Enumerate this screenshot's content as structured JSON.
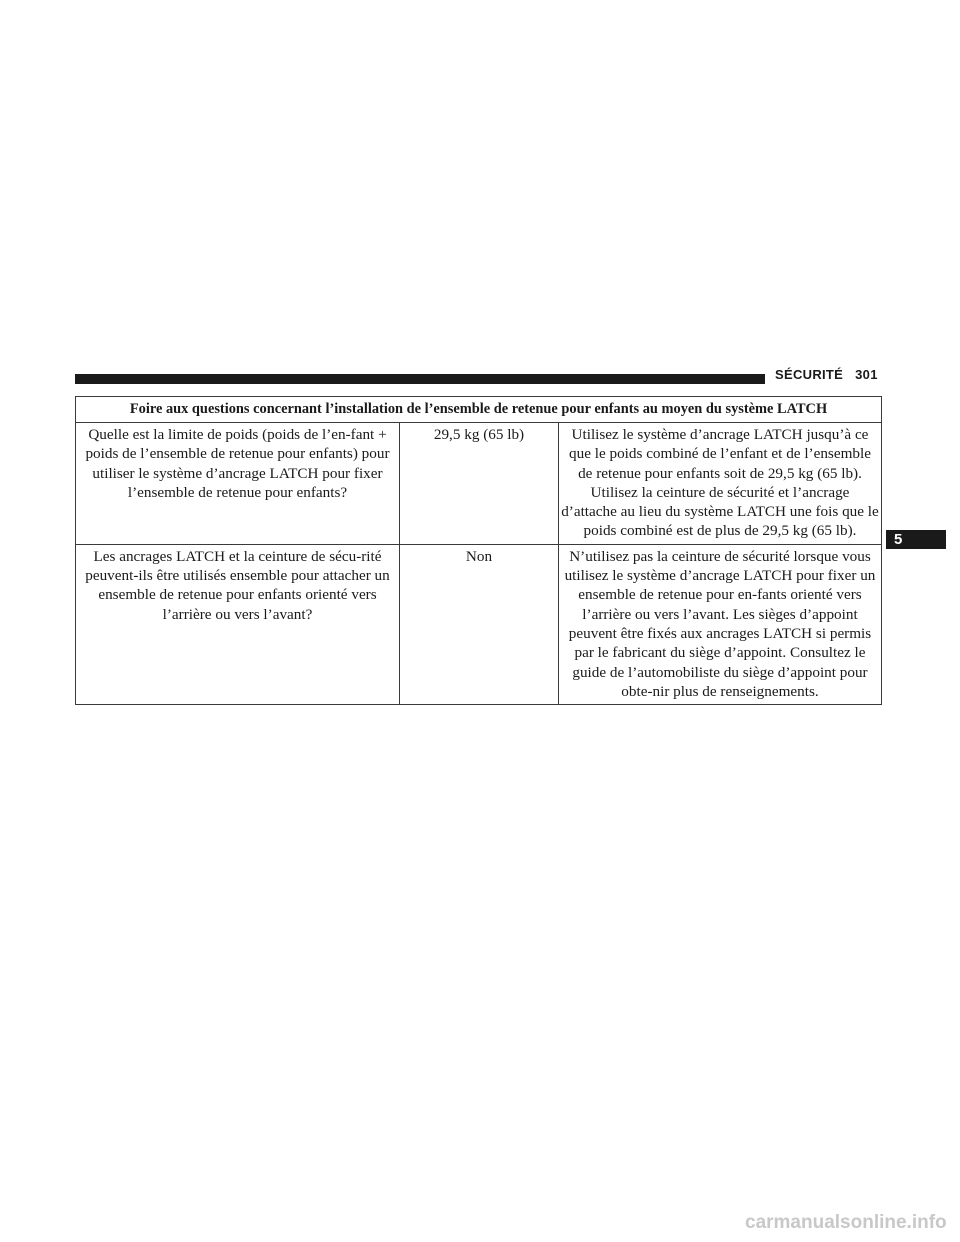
{
  "header": {
    "section": "SÉCURITÉ",
    "page_number": "301"
  },
  "side_tab": {
    "label": "5"
  },
  "table": {
    "title": "Foire aux questions concernant l’installation de l’ensemble de retenue pour enfants au moyen du système LATCH",
    "rows": [
      {
        "question": "Quelle est la limite de poids (poids de l’en-fant + poids de l’ensemble de retenue pour enfants) pour utiliser le système d’ancrage LATCH pour fixer l’ensemble de retenue pour enfants?",
        "answer": "29,5 kg (65 lb)",
        "note": "Utilisez le système d’ancrage LATCH jusqu’à ce que le poids combiné de l’enfant et de l’ensemble de retenue pour enfants soit de 29,5 kg (65 lb). Utilisez la ceinture de sécurité et l’ancrage d’attache au lieu du système LATCH une fois que le poids combiné est de plus de 29,5 kg (65 lb)."
      },
      {
        "question": "Les ancrages LATCH et la ceinture de sécu-rité peuvent-ils être utilisés ensemble pour attacher un ensemble de retenue pour enfants orienté vers l’arrière ou vers l’avant?",
        "answer": "Non",
        "note": "N’utilisez pas la ceinture de sécurité lorsque vous utilisez le système d’ancrage LATCH pour fixer un ensemble de retenue pour en-fants orienté vers l’arrière ou vers l’avant. Les sièges d’appoint peuvent être fixés aux ancrages LATCH si permis par le fabricant du siège d’appoint. Consultez le guide de l’automobiliste du siège d’appoint pour obte-nir plus de renseignements."
      }
    ]
  },
  "watermark": {
    "text": "carmanualsonline.info"
  }
}
